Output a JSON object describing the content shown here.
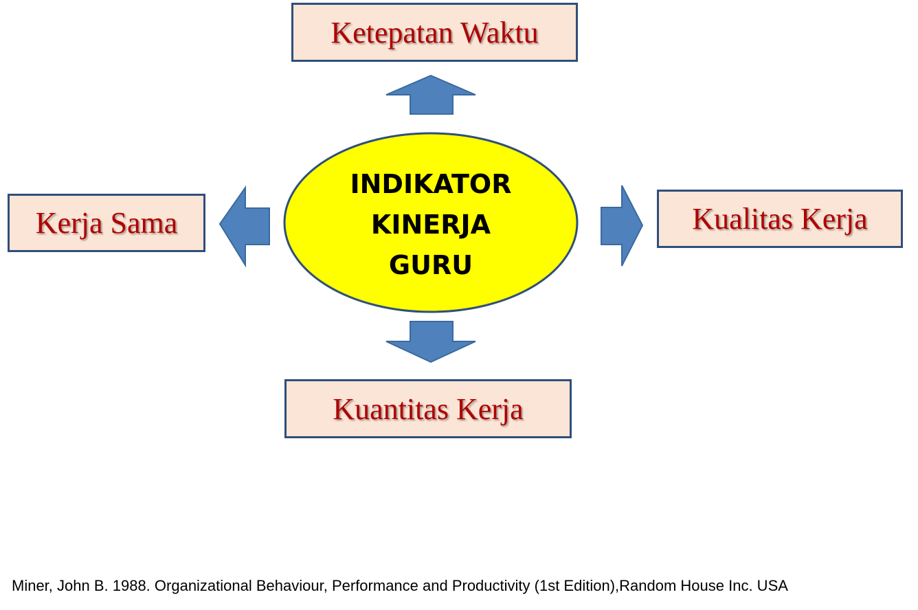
{
  "center": {
    "lines": [
      "INDIKATOR",
      "KINERJA",
      "GURU"
    ]
  },
  "indicators": {
    "top": "Ketepatan Waktu",
    "left": "Kerja Sama",
    "right": "Kualitas Kerja",
    "bottom": "Kuantitas Kerja"
  },
  "citation": "Miner, John B. 1988. Organizational Behaviour, Performance and Productivity (1st Edition),Random House Inc. USA",
  "colors": {
    "box_fill": "#fbe5d6",
    "box_border": "#2f4f7a",
    "box_text": "#b00000",
    "ellipse_fill": "#ffff00",
    "ellipse_border": "#2f4f7a",
    "arrow_fill": "#4f81bd",
    "arrow_border": "#3a6a9e"
  }
}
